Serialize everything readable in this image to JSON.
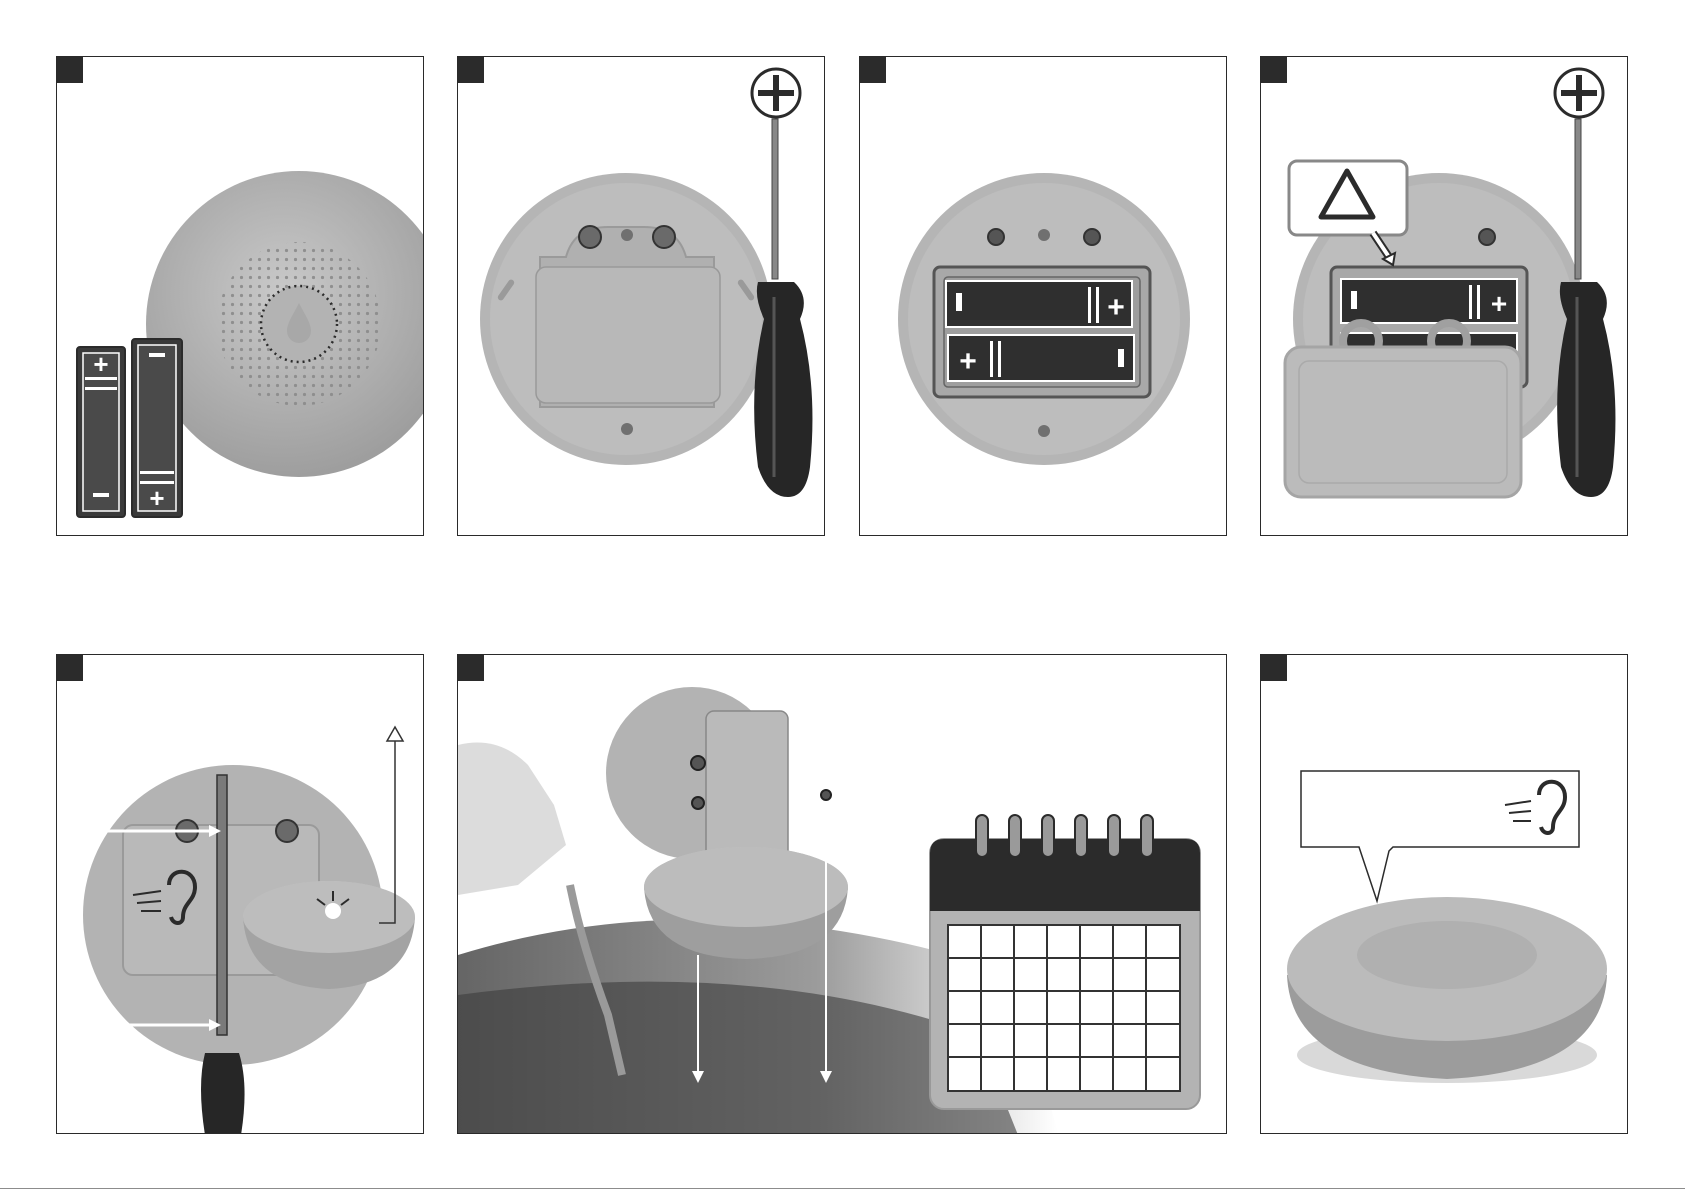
{
  "page": {
    "panels": [
      {
        "id": "battery-pack",
        "step_marker": "",
        "shows": [
          "detector-top",
          "battery-icon",
          "battery-icon"
        ]
      },
      {
        "id": "open-cover",
        "step_marker": "",
        "shows": [
          "phillips-screwdriver-icon",
          "detector-back",
          "screwdriver"
        ]
      },
      {
        "id": "insert-batteries",
        "step_marker": "",
        "shows": [
          "detector-back",
          "battery-compartment",
          "battery-plus-sign"
        ]
      },
      {
        "id": "close-cover",
        "step_marker": "",
        "shows": [
          "phillips-screwdriver-icon",
          "warning-triangle-icon",
          "battery-cover",
          "screwdriver"
        ]
      },
      {
        "id": "test-sound",
        "step_marker": "",
        "shows": [
          "screwdriver",
          "ear-sound-icon",
          "detector-side",
          "up-arrow-icon"
        ]
      },
      {
        "id": "water-test",
        "step_marker": "",
        "shows": [
          "water-bottle",
          "detector-back",
          "detector-side",
          "down-arrow-icon",
          "calendar-icon"
        ]
      },
      {
        "id": "alarm-sound",
        "step_marker": "",
        "shows": [
          "speech-bubble",
          "ear-sound-icon",
          "detector-side"
        ]
      }
    ]
  },
  "colors": {
    "device": "#b8b8b8",
    "device_shade": "#9c9c9c",
    "dark": "#2b2b2b",
    "outline": "#2a2a2a",
    "background": "#ffffff"
  }
}
